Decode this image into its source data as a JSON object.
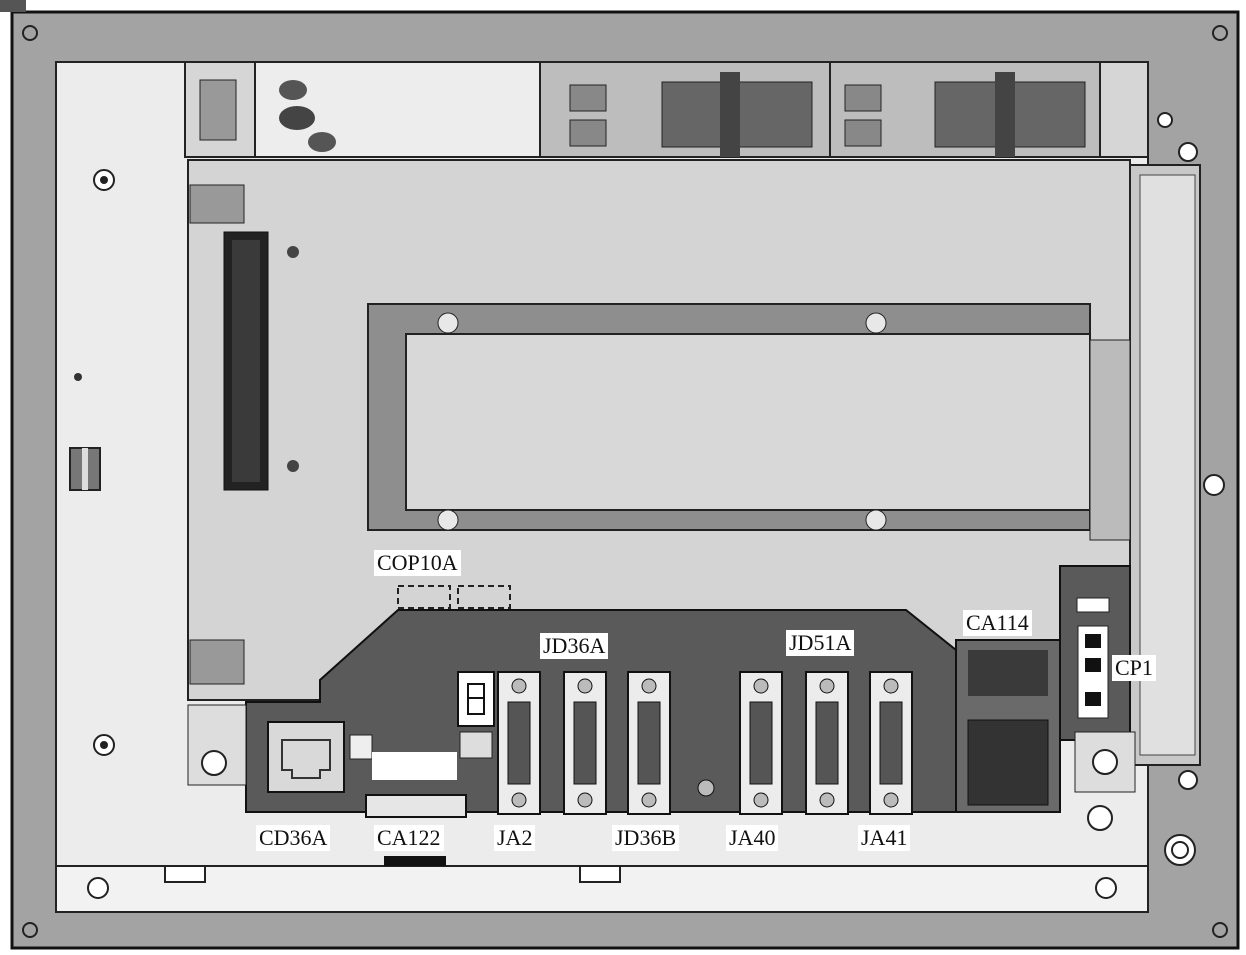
{
  "labels": {
    "cop10a": "COP10A",
    "jd36a": "JD36A",
    "jd51a": "JD51A",
    "ca114": "CA114",
    "cp1": "CP1",
    "cd36a": "CD36A",
    "ca122": "CA122",
    "ja2": "JA2",
    "jd36b": "JD36B",
    "ja40": "JA40",
    "ja41": "JA41"
  },
  "colors": {
    "frame": "#9a9a9a",
    "panel": "#e8e8e8",
    "board": "#5a5a5a",
    "outline": "#1a1a1a"
  }
}
